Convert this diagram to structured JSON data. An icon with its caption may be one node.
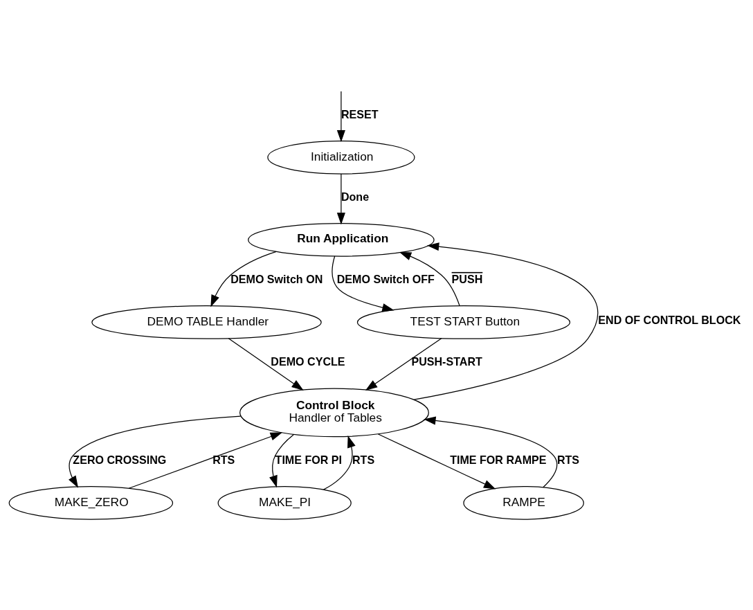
{
  "diagram": {
    "nodes": [
      {
        "text": [
          "Initialization"
        ]
      },
      {
        "text": [
          "Run Application"
        ]
      },
      {
        "text": [
          "DEMO TABLE Handler"
        ]
      },
      {
        "text": [
          "TEST START Button"
        ]
      },
      {
        "text": [
          "Control Block",
          "Handler of Tables"
        ]
      },
      {
        "text": [
          "MAKE_ZERO"
        ]
      },
      {
        "text": [
          "MAKE_PI"
        ]
      },
      {
        "text": [
          "RAMPE"
        ]
      }
    ],
    "edges": [
      {
        "from": null,
        "to": 0,
        "arrow": "to",
        "label": "RESET"
      },
      {
        "from": 0,
        "to": 1,
        "arrow": "to",
        "label": "Done"
      },
      {
        "from": 4,
        "to": 1,
        "arrow": "to",
        "label": "END OF CONTROL BLOCK"
      },
      {
        "from": 1,
        "to": 2,
        "arrow": "to",
        "label": "DEMO Switch ON"
      },
      {
        "from": 1,
        "to": 3,
        "arrow": "to",
        "label": "DEMO Switch OFF"
      },
      {
        "from": 3,
        "to": 1,
        "arrow": "to",
        "label": "PUSH"
      },
      {
        "from": 2,
        "to": 4,
        "arrow": "to",
        "label": "DEMO CYCLE"
      },
      {
        "from": 3,
        "to": 4,
        "arrow": "to",
        "label": "PUSH-START"
      },
      {
        "from": 4,
        "to": 5,
        "arrow": "to",
        "label": "ZERO CROSSING"
      },
      {
        "from": 5,
        "to": 4,
        "arrow": "to",
        "label": "RTS"
      },
      {
        "from": 4,
        "to": 6,
        "arrow": "to",
        "label": "TIME FOR PI"
      },
      {
        "from": 6,
        "to": 4,
        "arrow": "to",
        "label": "RTS"
      },
      {
        "from": 4,
        "to": 7,
        "arrow": "to",
        "label": "TIME FOR RAMPE"
      },
      {
        "from": 7,
        "to": 4,
        "arrow": "to",
        "label": "RTS"
      }
    ]
  }
}
